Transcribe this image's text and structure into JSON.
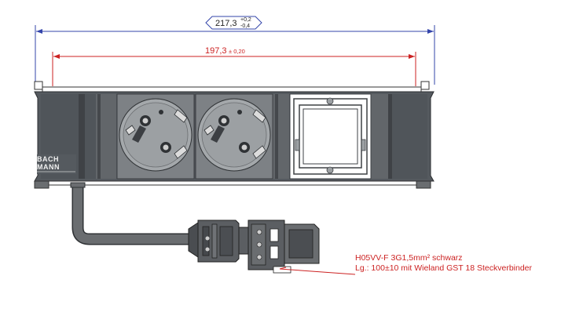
{
  "dimensions": {
    "overall": {
      "value": "217,3",
      "tol_plus": "+0,2",
      "tol_minus": "-0,4",
      "color": "#3344aa"
    },
    "inner": {
      "value": "197,3",
      "tol": "± 0,20",
      "color": "#cc2222"
    }
  },
  "logo": {
    "line1": "BACH",
    "line2": "MANN"
  },
  "note": {
    "line1": "H05VV-F 3G1,5mm² schwarz",
    "line2": "Lg.: 100±10 mit Wieland GST 18 Steckverbinder",
    "color": "#cc2222"
  },
  "colors": {
    "housing": "#555a5f",
    "socket": "#7d8185",
    "socket_face": "#a4a8ab",
    "cable": "#6a6d70",
    "connector": "#5b5e62"
  },
  "components": [
    "socket-schuko-1",
    "socket-schuko-2",
    "blank-module"
  ]
}
